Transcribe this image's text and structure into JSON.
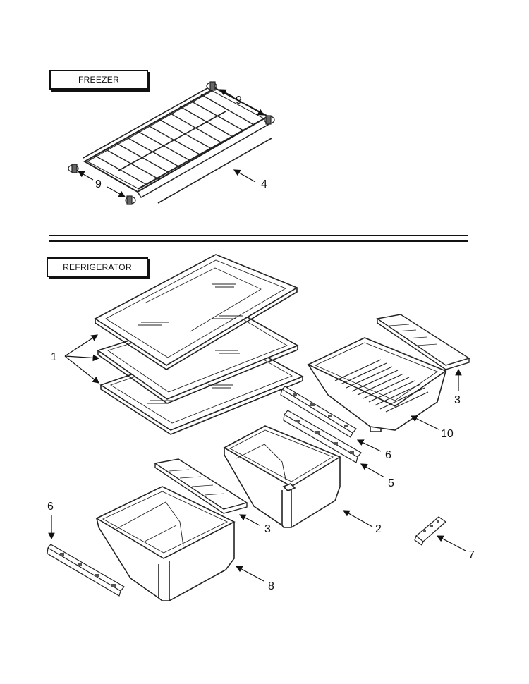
{
  "sections": {
    "freezer": "FREEZER",
    "refrigerator": "REFRIGERATOR"
  },
  "callouts": {
    "freezer_shelf_support_top": "9",
    "freezer_shelf_support_bottom": "9",
    "freezer_wire_shelf": "4",
    "glass_shelves": "1",
    "crisper_cover_right": "3",
    "pan_right": "10",
    "bracket_upper": "6",
    "bracket_rail": "5",
    "crisper_cover_left": "3",
    "crisper_pan_middle": "2",
    "bracket_left": "6",
    "clip": "7",
    "crisper_pan_left": "8"
  }
}
